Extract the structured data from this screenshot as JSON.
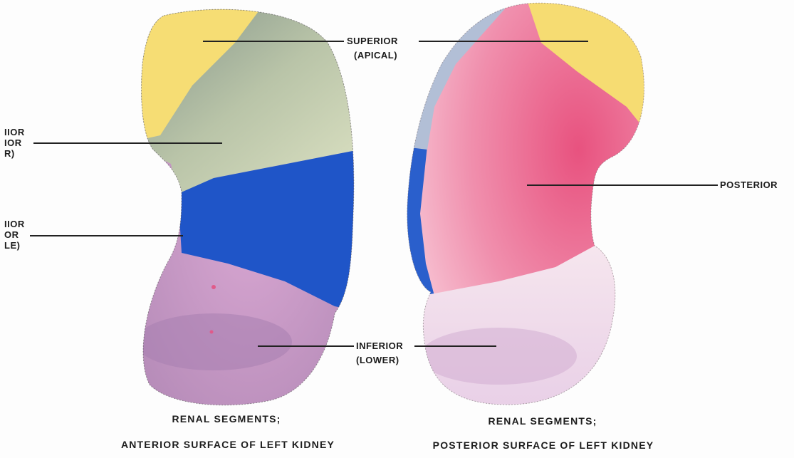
{
  "colors": {
    "superior": "#f5dc6e",
    "anterior_superior": "#9fb3a2",
    "anterior_inferior": "#1f57c8",
    "inferior": "#c79ac4",
    "posterior": "#ea5f8e",
    "background": "#fdfdfd"
  },
  "labels": {
    "superior": "SUPERIOR",
    "superior_alt": "(APICAL)",
    "inferior": "INFERIOR",
    "inferior_alt": "(LOWER)",
    "posterior": "POSTERIOR",
    "left_upper": [
      "IIOR",
      "IOR",
      "R)"
    ],
    "left_middle": [
      "IIOR",
      "OR",
      "LE)"
    ]
  },
  "captions": {
    "left_line1": "RENAL SEGMENTS;",
    "left_line2": "ANTERIOR SURFACE OF LEFT KIDNEY",
    "right_line1": "RENAL SEGMENTS;",
    "right_line2": "POSTERIOR SURFACE OF LEFT KIDNEY"
  }
}
